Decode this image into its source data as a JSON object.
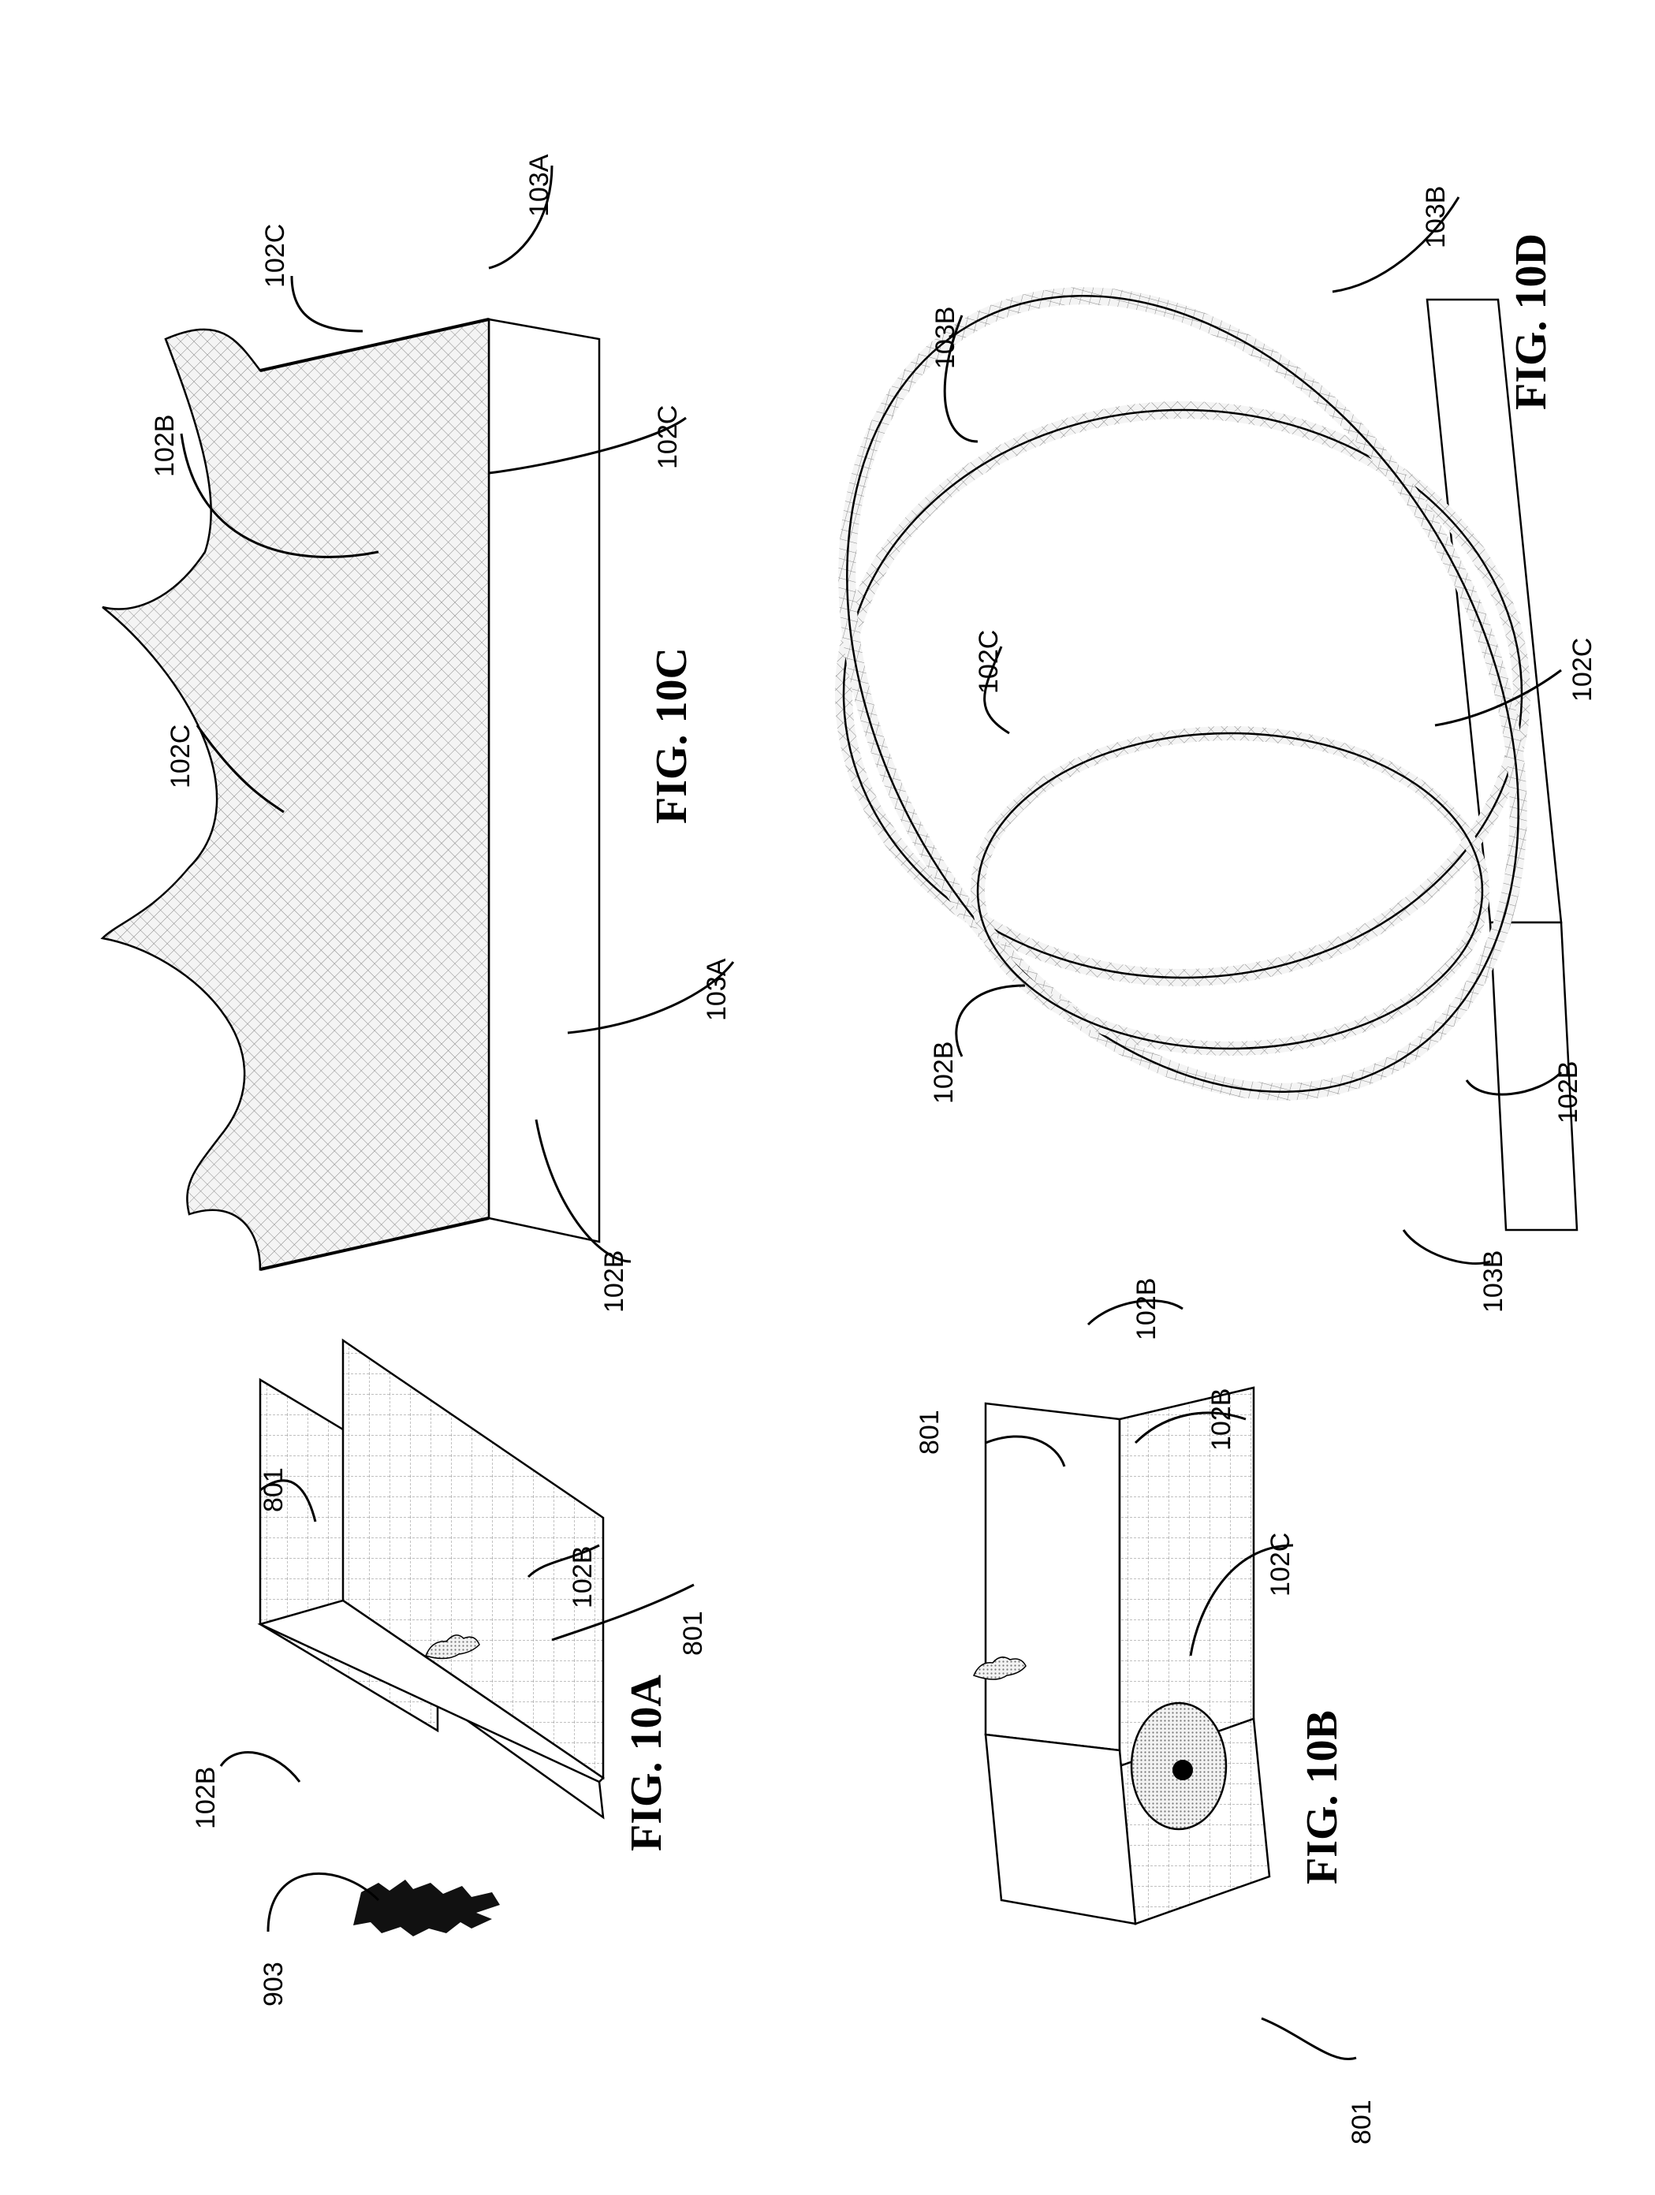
{
  "figures": {
    "fig10a": {
      "title": "FIG. 10A",
      "labels": {
        "ref_903": "903",
        "ref_102b": "102B",
        "ref_801_top": "801",
        "ref_102b_right": "102B",
        "ref_801_right": "801"
      }
    },
    "fig10b": {
      "title": "FIG. 10B",
      "labels": {
        "ref_801_left": "801",
        "ref_801_top": "801",
        "ref_102b_top": "102B",
        "ref_102b_mid": "102B",
        "ref_102c": "102C"
      }
    },
    "fig10c": {
      "title": "FIG. 10C",
      "labels": {
        "ref_102c_top": "102C",
        "ref_103a_top": "103A",
        "ref_102b_top": "102B",
        "ref_102c_mid": "102C",
        "ref_102c_center": "102C",
        "ref_103a_bottom": "103A",
        "ref_102b_bottom": "102B"
      }
    },
    "fig10d": {
      "title": "FIG. 10D",
      "labels": {
        "ref_103b_top": "103B",
        "ref_103b_mid": "103B",
        "ref_102c_upper": "102C",
        "ref_102b_left": "102B",
        "ref_102c_right": "102C",
        "ref_102b_bottom": "102B",
        "ref_103b_bottom": "103B"
      }
    }
  }
}
